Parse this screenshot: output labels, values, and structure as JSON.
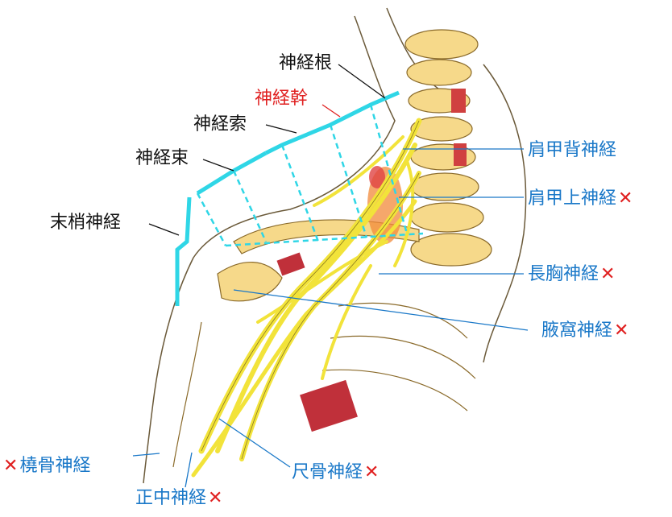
{
  "labels": {
    "root": "神経根",
    "trunk": "神経幹",
    "cord": "神経索",
    "bundle": "神経束",
    "peripheral": "末梢神経"
  },
  "nerves": {
    "dorsal_scapular": {
      "label": "肩甲背神経",
      "mark": ""
    },
    "suprascapular": {
      "label": "肩甲上神経",
      "mark": "✕"
    },
    "long_thoracic": {
      "label": "長胸神経",
      "mark": "✕"
    },
    "axillary": {
      "label": "腋窩神経",
      "mark": "✕"
    },
    "radial": {
      "label": "橈骨神経",
      "mark": "✕"
    },
    "median": {
      "label": "正中神経",
      "mark": "✕"
    },
    "ulnar": {
      "label": "尺骨神経",
      "mark": "✕"
    }
  },
  "colors": {
    "nerve": "#f2e33a",
    "bone": "#f6d98a",
    "bracket": "#2fd6e6",
    "label_blue": "#1a78c8",
    "label_red": "#e02020",
    "muscle": "#c0303a"
  }
}
